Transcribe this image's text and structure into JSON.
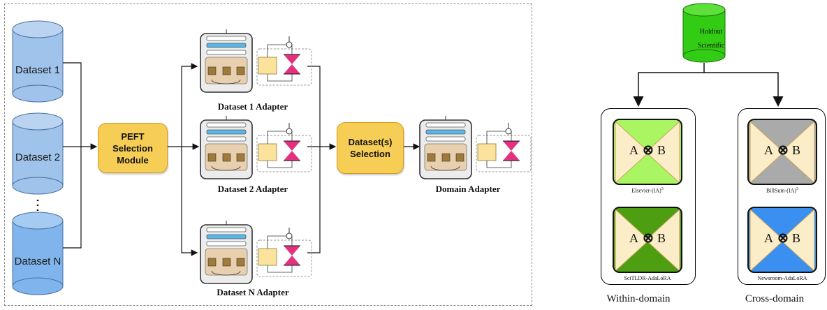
{
  "left": {
    "datasets": [
      "Dataset 1",
      "Dataset 2",
      "Dataset N"
    ],
    "ellipsis": "⋮",
    "peft_module": [
      "PEFT",
      "Selection",
      "Module"
    ],
    "dataset_selection": [
      "Dataset(s)",
      "Selection"
    ],
    "adapters": [
      "Dataset 1 Adapter",
      "Dataset 2 Adapter",
      "Dataset N Adapter"
    ],
    "domain_adapter": "Domain Adapter",
    "colors": {
      "cylinder_fill": "#9fc3ea",
      "cylinder_fill_n": "#7fb5ec",
      "cylinder_stroke": "#4a6fa0",
      "module_fill": "#f7ce55",
      "adapter_pink": "#e4317f",
      "adapter_yellow": "#fbe39b",
      "adapter_blue": "#58b7e8",
      "adapter_tan": "#e8cfae"
    }
  },
  "right": {
    "holdout": [
      "Holdout",
      "Scientific"
    ],
    "holdout_color": "#33cc14",
    "within": {
      "label": "Within-domain",
      "items": [
        {
          "caption": "Elsevier-(IA)",
          "sup": "3",
          "color": "#aaf562"
        },
        {
          "caption": "SciTLDR-AdaLoRA",
          "sup": "",
          "color": "#4e9e12"
        }
      ]
    },
    "cross": {
      "label": "Cross-domain",
      "items": [
        {
          "caption": "BillSum-(IA)",
          "sup": "3",
          "color": "#aaaaaa"
        },
        {
          "caption": "Newsroom-AdaLoRA",
          "sup": "",
          "color": "#3a8ff0"
        }
      ]
    },
    "lora": {
      "a": "A",
      "b": "B",
      "cross": "⊗"
    }
  }
}
